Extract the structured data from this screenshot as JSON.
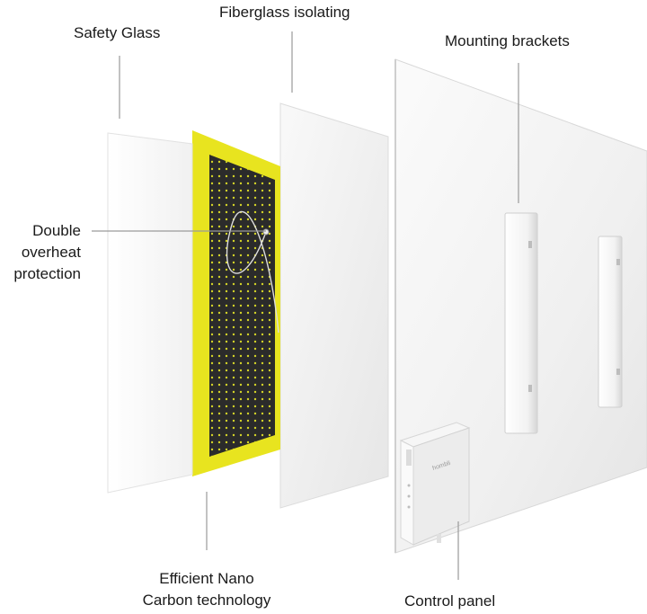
{
  "labels": {
    "safety_glass": "Safety Glass",
    "fiberglass": "Fiberglass isolating",
    "mounting": "Mounting brackets",
    "overheat": [
      "Double",
      "overheat",
      "protection"
    ],
    "nano": [
      "Efficient Nano",
      "Carbon technology"
    ],
    "control": "Control panel",
    "brand": "hombli"
  },
  "colors": {
    "heating_frame": "#e8e41f",
    "carbon_film": "#2b2b2b",
    "carbon_dots": "#d4d428",
    "leader_line": "#9a9a9a",
    "panel": "#f1f1f1"
  }
}
